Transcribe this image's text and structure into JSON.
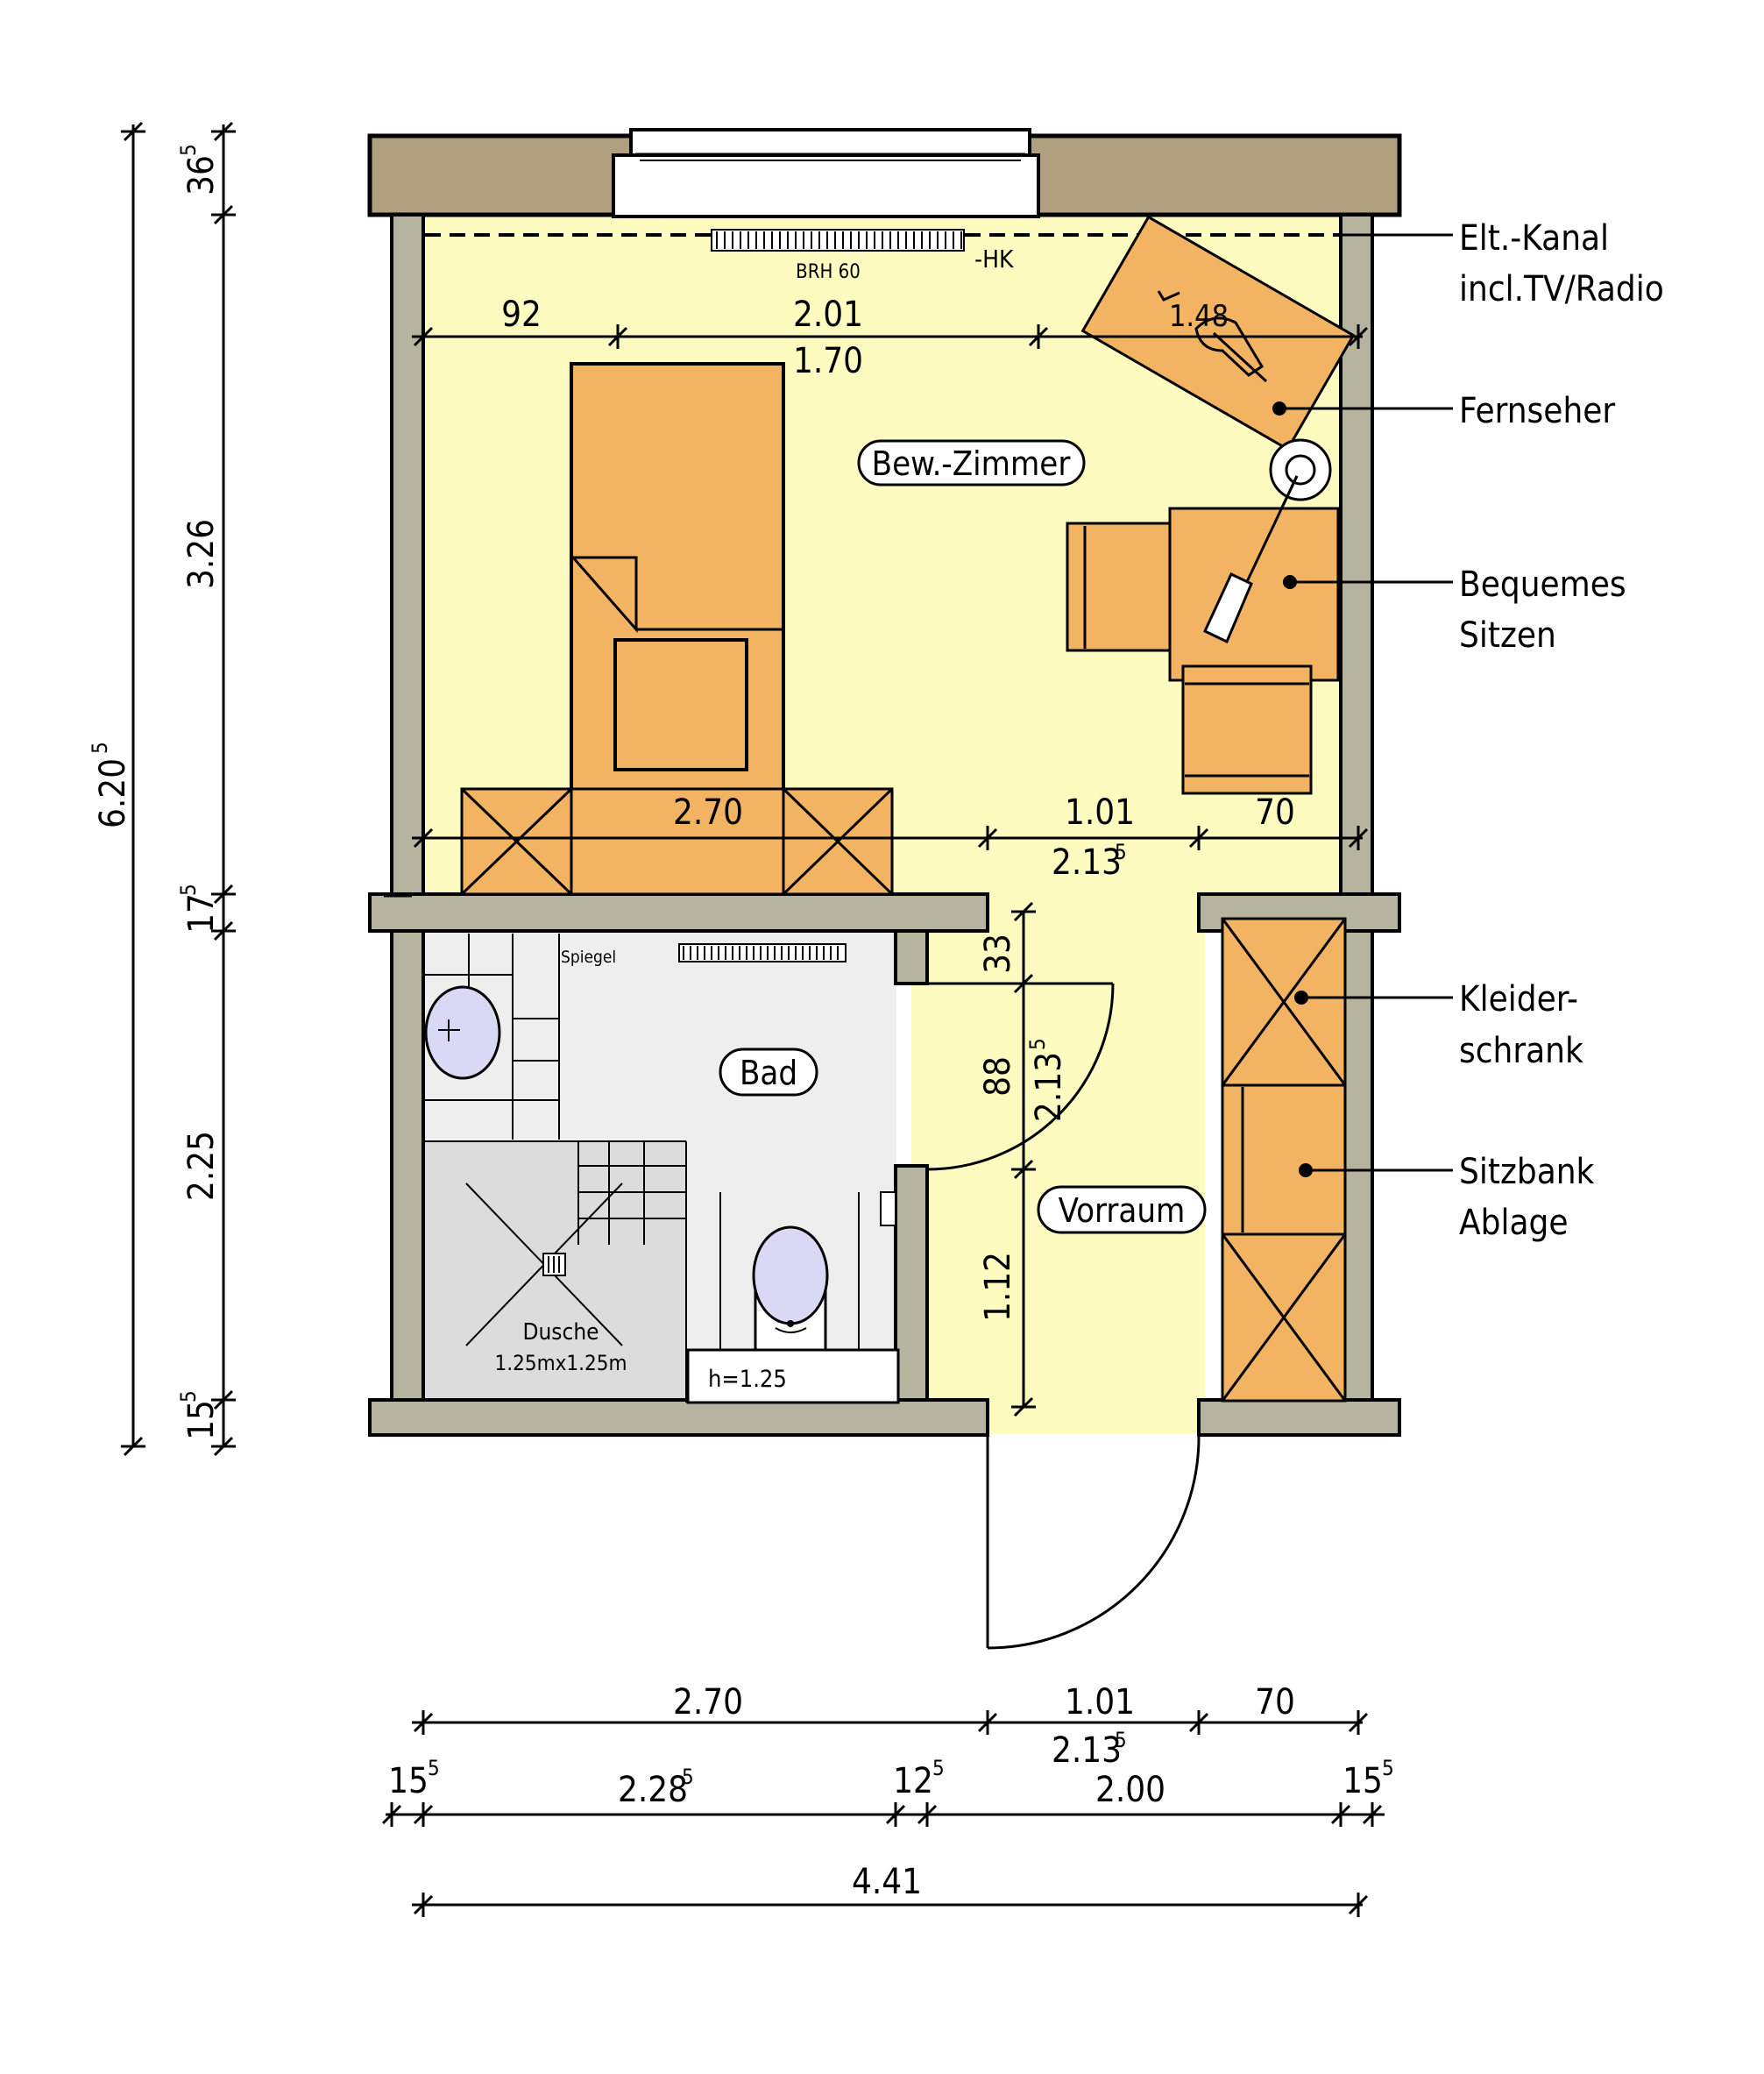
{
  "colors": {
    "room_floor": "#fdfbc0",
    "bath_floor": "#eeeeee",
    "shower_floor": "#dcdcdc",
    "furniture": "#f2b363",
    "wall_cut": "#b0a07e",
    "wall_inner": "#b6b49e",
    "fixture": "#d9d9f6"
  },
  "rooms": {
    "living": "Bew.-Zimmer",
    "bath": "Bad",
    "hall": "Vorraum"
  },
  "fixtures": {
    "brh": "BRH 60",
    "hk": "-HK",
    "mirror": "Spiegel",
    "shower_title": "Dusche",
    "shower_size": "1.25mx1.25m",
    "wc_height": "h=1.25"
  },
  "callouts": {
    "channel_1": "Elt.-Kanal",
    "channel_2": "incl.TV/Radio",
    "tv": "Fernseher",
    "seating_1": "Bequemes",
    "seating_2": "Sitzen",
    "wardrobe_1": "Kleider-",
    "wardrobe_2": "schrank",
    "bench_1": "Sitzbank",
    "bench_2": "Ablage"
  },
  "dimensions": {
    "top_a": "92",
    "top_b": "2.01",
    "top_c": "1.70",
    "tv_width": "1.48",
    "mid_a": "2.70",
    "mid_b": "1.01",
    "mid_c": "70",
    "mid_d": "2.13",
    "door_a": "33",
    "door_b": "88",
    "door_c": "2.13",
    "door_d": "1.12",
    "total_height": "6.20",
    "left_a": "36",
    "left_b": "3.26",
    "left_c": "17",
    "left_d": "2.25",
    "left_e": "15",
    "bottom1_a": "2.70",
    "bottom1_b": "1.01",
    "bottom1_c": "70",
    "bottom1_d": "2.13",
    "bottom2_a": "15",
    "bottom2_b": "2.28",
    "bottom2_c": "12",
    "bottom2_d": "2.00",
    "bottom2_e": "15",
    "total_width": "4.41",
    "sup": "5"
  }
}
